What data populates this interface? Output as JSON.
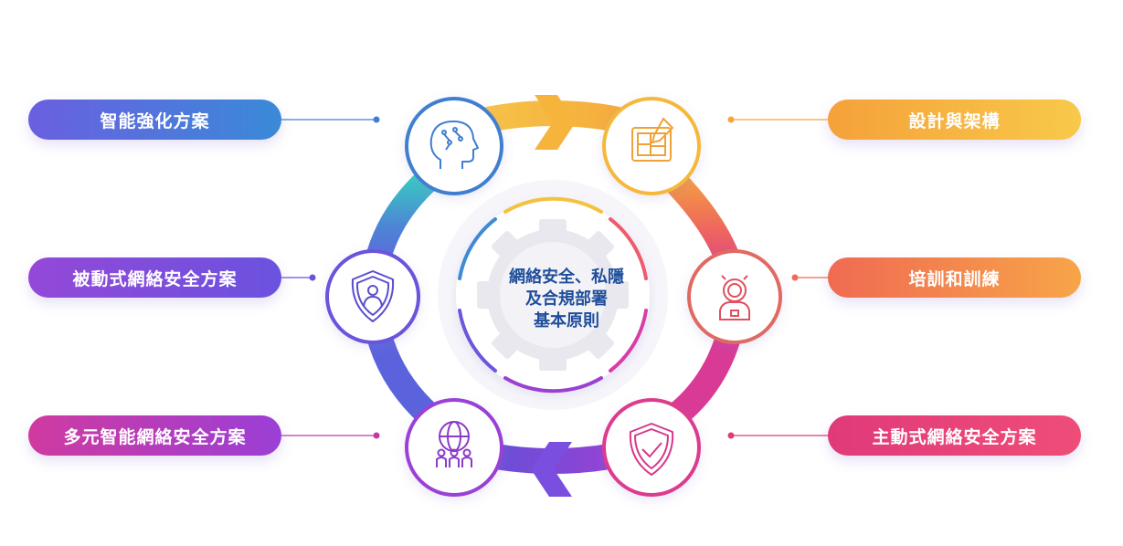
{
  "center": {
    "lines": [
      "網絡安全、私隱",
      "及合規部署",
      "基本原則"
    ]
  },
  "left_items": [
    {
      "label": "智能強化方案",
      "icon": "ai-head-icon"
    },
    {
      "label": "被動式網絡安全方案",
      "icon": "shield-user-icon"
    },
    {
      "label": "多元智能網絡安全方案",
      "icon": "globe-people-icon"
    }
  ],
  "right_items": [
    {
      "label": "設計與架構",
      "icon": "blueprint-icon"
    },
    {
      "label": "培訓和訓練",
      "icon": "astronaut-icon"
    },
    {
      "label": "主動式網絡安全方案",
      "icon": "shield-check-icon"
    }
  ],
  "colors": {
    "blue": "#3f7fd0",
    "yellow": "#f5b83a",
    "orange": "#f07b4e",
    "pink": "#e0387f",
    "purple": "#9b3fd6",
    "violet": "#6c4bd8",
    "teal": "#3ec6c4",
    "center_text": "#1f4e9b"
  }
}
